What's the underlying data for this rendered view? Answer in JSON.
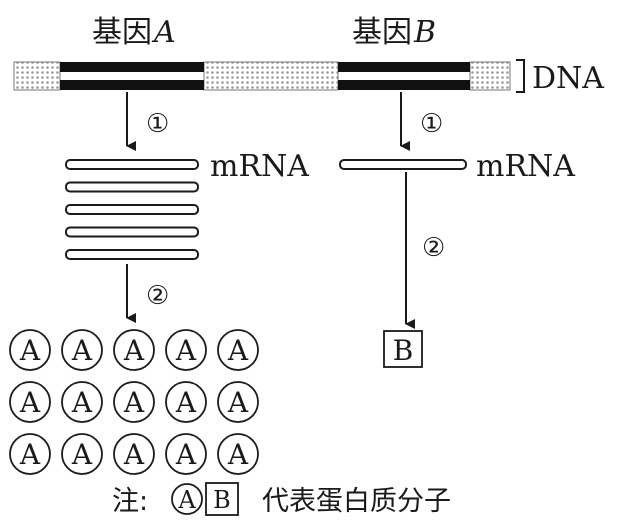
{
  "labels": {
    "gene_a_prefix": "基因",
    "gene_a_letter": "A",
    "gene_b_prefix": "基因",
    "gene_b_letter": "B",
    "dna": "DNA",
    "mrna_left": "mRNA",
    "mrna_right": "mRNA",
    "step1_left": "①",
    "step1_right": "①",
    "step2_left": "②",
    "step2_right": "②",
    "protein_a": "A",
    "protein_b": "B"
  },
  "note": {
    "prefix": "注:",
    "symbol_a": "A",
    "symbol_b": "B",
    "text": "代表蛋白质分子"
  },
  "counts": {
    "mrna_copies_gene_a": 5,
    "mrna_copies_gene_b": 1,
    "protein_a_molecules": 15,
    "protein_b_molecules": 1
  }
}
